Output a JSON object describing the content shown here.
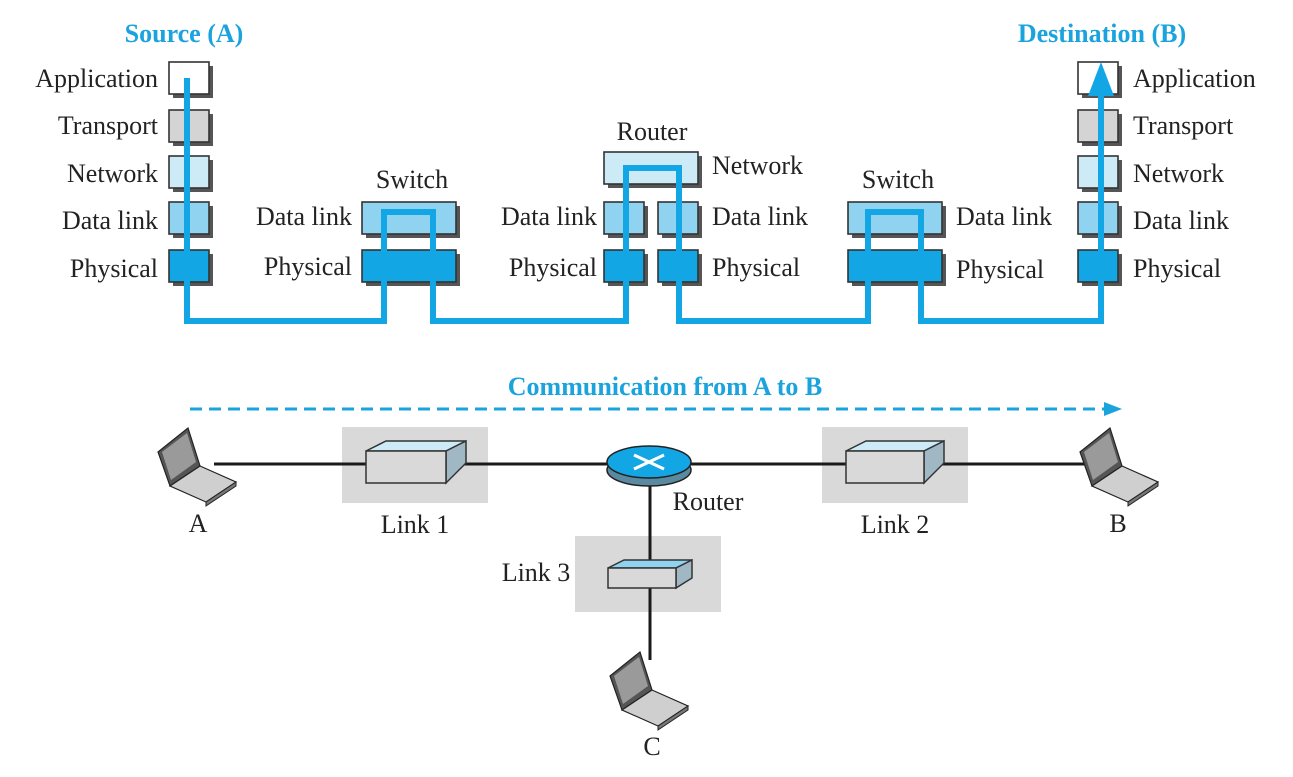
{
  "source": {
    "title": "Source (A)",
    "layers": [
      "Application",
      "Transport",
      "Network",
      "Data link",
      "Physical"
    ]
  },
  "destination": {
    "title": "Destination (B)",
    "layers": [
      "Application",
      "Transport",
      "Network",
      "Data link",
      "Physical"
    ]
  },
  "switch1": {
    "title": "Switch",
    "layers": [
      "Data link",
      "Physical"
    ]
  },
  "router": {
    "title": "Router",
    "network": "Network",
    "left_layers": [
      "Data link",
      "Physical"
    ],
    "right_layers": [
      "Data link",
      "Physical"
    ]
  },
  "switch2": {
    "title": "Switch",
    "layers": [
      "Data link",
      "Physical"
    ]
  },
  "communication_label": "Communication from A to B",
  "network": {
    "host_a": "A",
    "host_b": "B",
    "host_c": "C",
    "router_label": "Router",
    "link1": "Link 1",
    "link2": "Link 2",
    "link3": "Link 3"
  },
  "colors": {
    "accent": "#1aa3dd",
    "path": "#12a6e4",
    "application": "#ffffff",
    "transport": "#d4d4d4",
    "network": "#cdeaf7",
    "data_link": "#8fd3f1",
    "physical": "#12a6e4",
    "link_box": "#d9d9d9"
  }
}
